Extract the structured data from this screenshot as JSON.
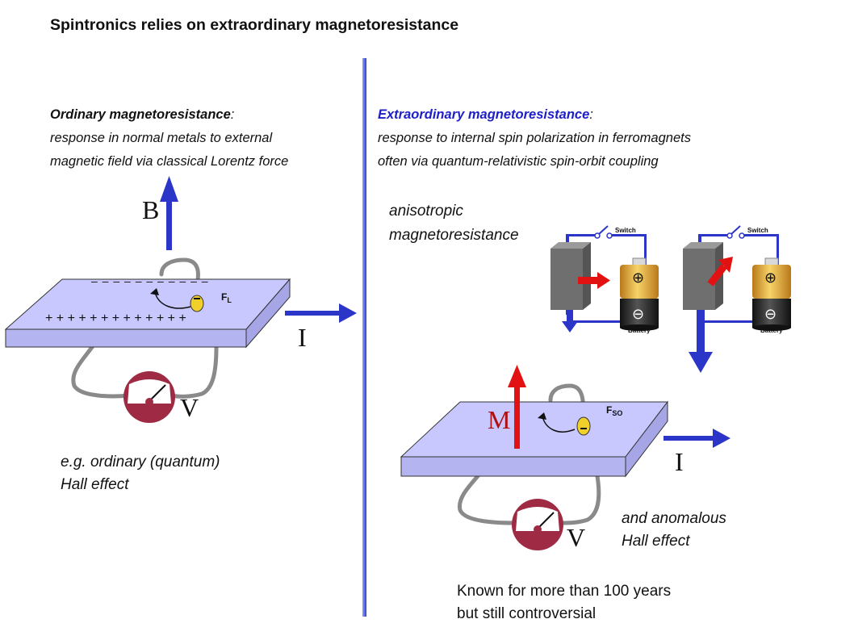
{
  "title": "Spintronics relies on extraordinary magnetoresistance",
  "left": {
    "heading": "Ordinary magnetoresistance",
    "colon": ":",
    "line1": "response in normal metals to external",
    "line2": "magnetic field via classical Lorentz force",
    "b_label": "B",
    "i_label": "I",
    "v_label": "V",
    "fl_label": "F",
    "fl_sub": "L",
    "minus_row": "– – – – – – – – – – –",
    "plus_row": "+ + + + + + + + + + + + +",
    "electron_sign": "–",
    "example1": "e.g. ordinary (quantum)",
    "example2": "Hall effect"
  },
  "right": {
    "heading": "Extraordinary magnetoresistance",
    "colon": ":",
    "line1": "response to internal spin polarization in ferromagnets",
    "line2": "often via quantum-relativistic spin-orbit coupling",
    "amr1": "anisotropic",
    "amr2": "magnetoresistance",
    "switch_label": "Switch",
    "battery_label": "Battery",
    "plus_sign": "⊕",
    "minus_sign": "⊖",
    "m_label": "M",
    "i_label": "I",
    "v_label": "V",
    "fso_label": "F",
    "fso_sub": "SO",
    "electron_sign": "–",
    "ahe1": "and anomalous",
    "ahe2": "Hall effect",
    "known1": "Known for more than 100 years",
    "known2": "but still controversial"
  },
  "colors": {
    "slab_top": "#c8c8ff",
    "slab_side": "#b4b4f0",
    "arrow_blue": "#2b35c8",
    "arrow_red": "#e31212",
    "meter": "#9e2a44",
    "wire": "#8a8a8a",
    "electron": "#f1d02c",
    "divider": "#2d41c8",
    "battery_gold": "#e3a825",
    "magnet": "#6f6f6f"
  }
}
